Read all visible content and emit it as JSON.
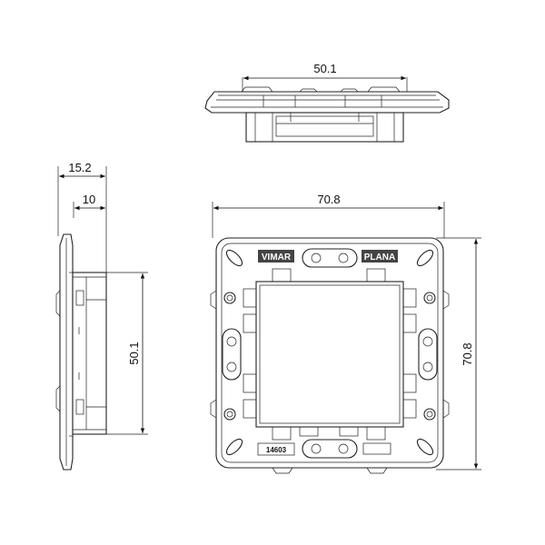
{
  "dimensions": {
    "top_width": "50.1",
    "front_width": "70.8",
    "front_height": "70.8",
    "side_depth_total": "15.2",
    "side_depth_inner": "10",
    "side_height": "50.1"
  },
  "frame_labels": {
    "brand_left": "VIMAR",
    "brand_right": "PLANA",
    "part_number": "14603"
  },
  "colors": {
    "line": "#222222",
    "label_fill": "#444444",
    "background": "#ffffff"
  }
}
